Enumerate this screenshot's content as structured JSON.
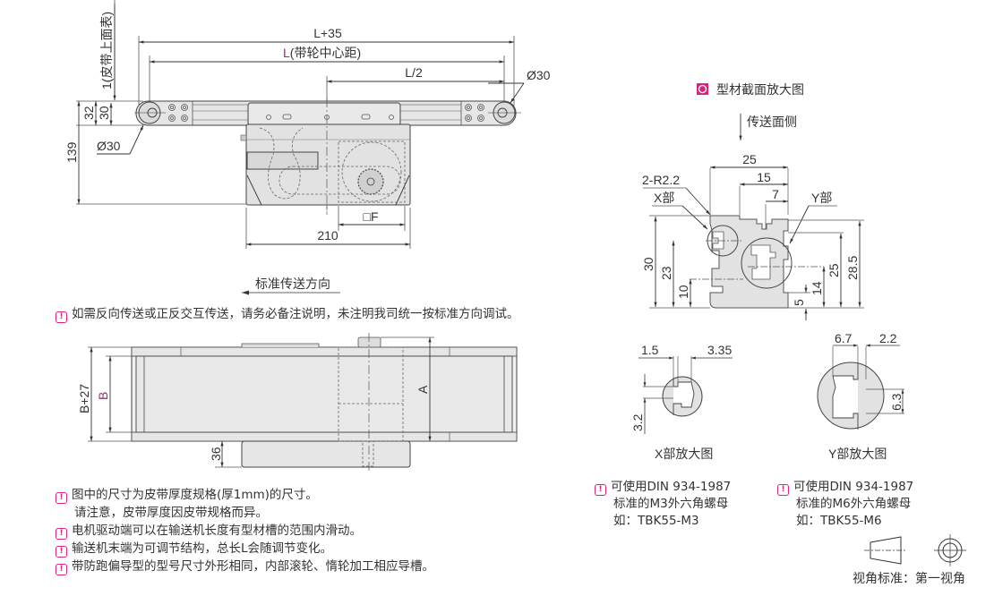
{
  "colors": {
    "accent": "#d6267b",
    "label_magenta": "#a0287f",
    "part_fill": "#e8e8e8",
    "line": "#444444"
  },
  "side_view": {
    "dims": {
      "overall_length": "L+35",
      "center_distance_prefix": "L",
      "center_distance_suffix": "(带轮中心距)",
      "half_length": "L/2",
      "pulley_dia_right": "Ø30",
      "pulley_dia_left": "Ø30",
      "belt_top_label": "1(皮带上面表)",
      "height_32": "32",
      "height_30": "30",
      "total_height": "139",
      "motor_width": "210",
      "motor_flange": "□F"
    },
    "direction_label": "标准传送方向"
  },
  "direction_note": "如需反向传送或正反交互传送，请务必备注说明，未注明我司统一按标准方向调试。",
  "top_view": {
    "dims": {
      "outer_width": "B+27",
      "belt_width": "B",
      "motor_dim": "A",
      "motor_offset": "36"
    }
  },
  "bottom_notes": [
    {
      "lines": [
        "图中的尺寸为皮带厚度规格(厚1mm)的尺寸。",
        "请注意，皮带厚度因皮带规格而异。"
      ]
    },
    {
      "lines": [
        "电机驱动端可以在输送机长度有型材槽的范围内滑动。"
      ]
    },
    {
      "lines": [
        "输送机末端为可调节结构，总长L会随调节变化。"
      ]
    },
    {
      "lines": [
        "带防跑偏导型的型号尺寸外形相同，内部滚轮、惰轮加工相应导槽。"
      ]
    }
  ],
  "profile_section": {
    "title": "型材截面放大图",
    "conveying_side": "传送面侧",
    "dims": {
      "width_25": "25",
      "width_15": "15",
      "width_7": "7",
      "radius": "2-R2.2",
      "x_part": "X部",
      "y_part": "Y部",
      "height_30": "30",
      "height_23": "23",
      "height_10": "10",
      "height_25": "25",
      "height_28_5": "28.5",
      "height_14": "14",
      "height_5": "5"
    }
  },
  "x_detail": {
    "title": "X部放大图",
    "dim_1_5": "1.5",
    "dim_3_35": "3.35",
    "dim_3_2": "3.2"
  },
  "y_detail": {
    "title": "Y部放大图",
    "dim_6_7": "6.7",
    "dim_2_2": "2.2",
    "dim_6_3": "6.3"
  },
  "nut_notes": [
    {
      "lines": [
        "可使用DIN 934-1987",
        "标准的M3外六角螺母",
        "如：TBK55-M3"
      ]
    },
    {
      "lines": [
        "可使用DIN 934-1987",
        "标准的M6外六角螺母",
        "如：TBK55-M6"
      ]
    }
  ],
  "projection": {
    "label": "视角标准：第一视角"
  },
  "icons": {
    "warning": "!",
    "section_marker": "circle-in-square"
  }
}
